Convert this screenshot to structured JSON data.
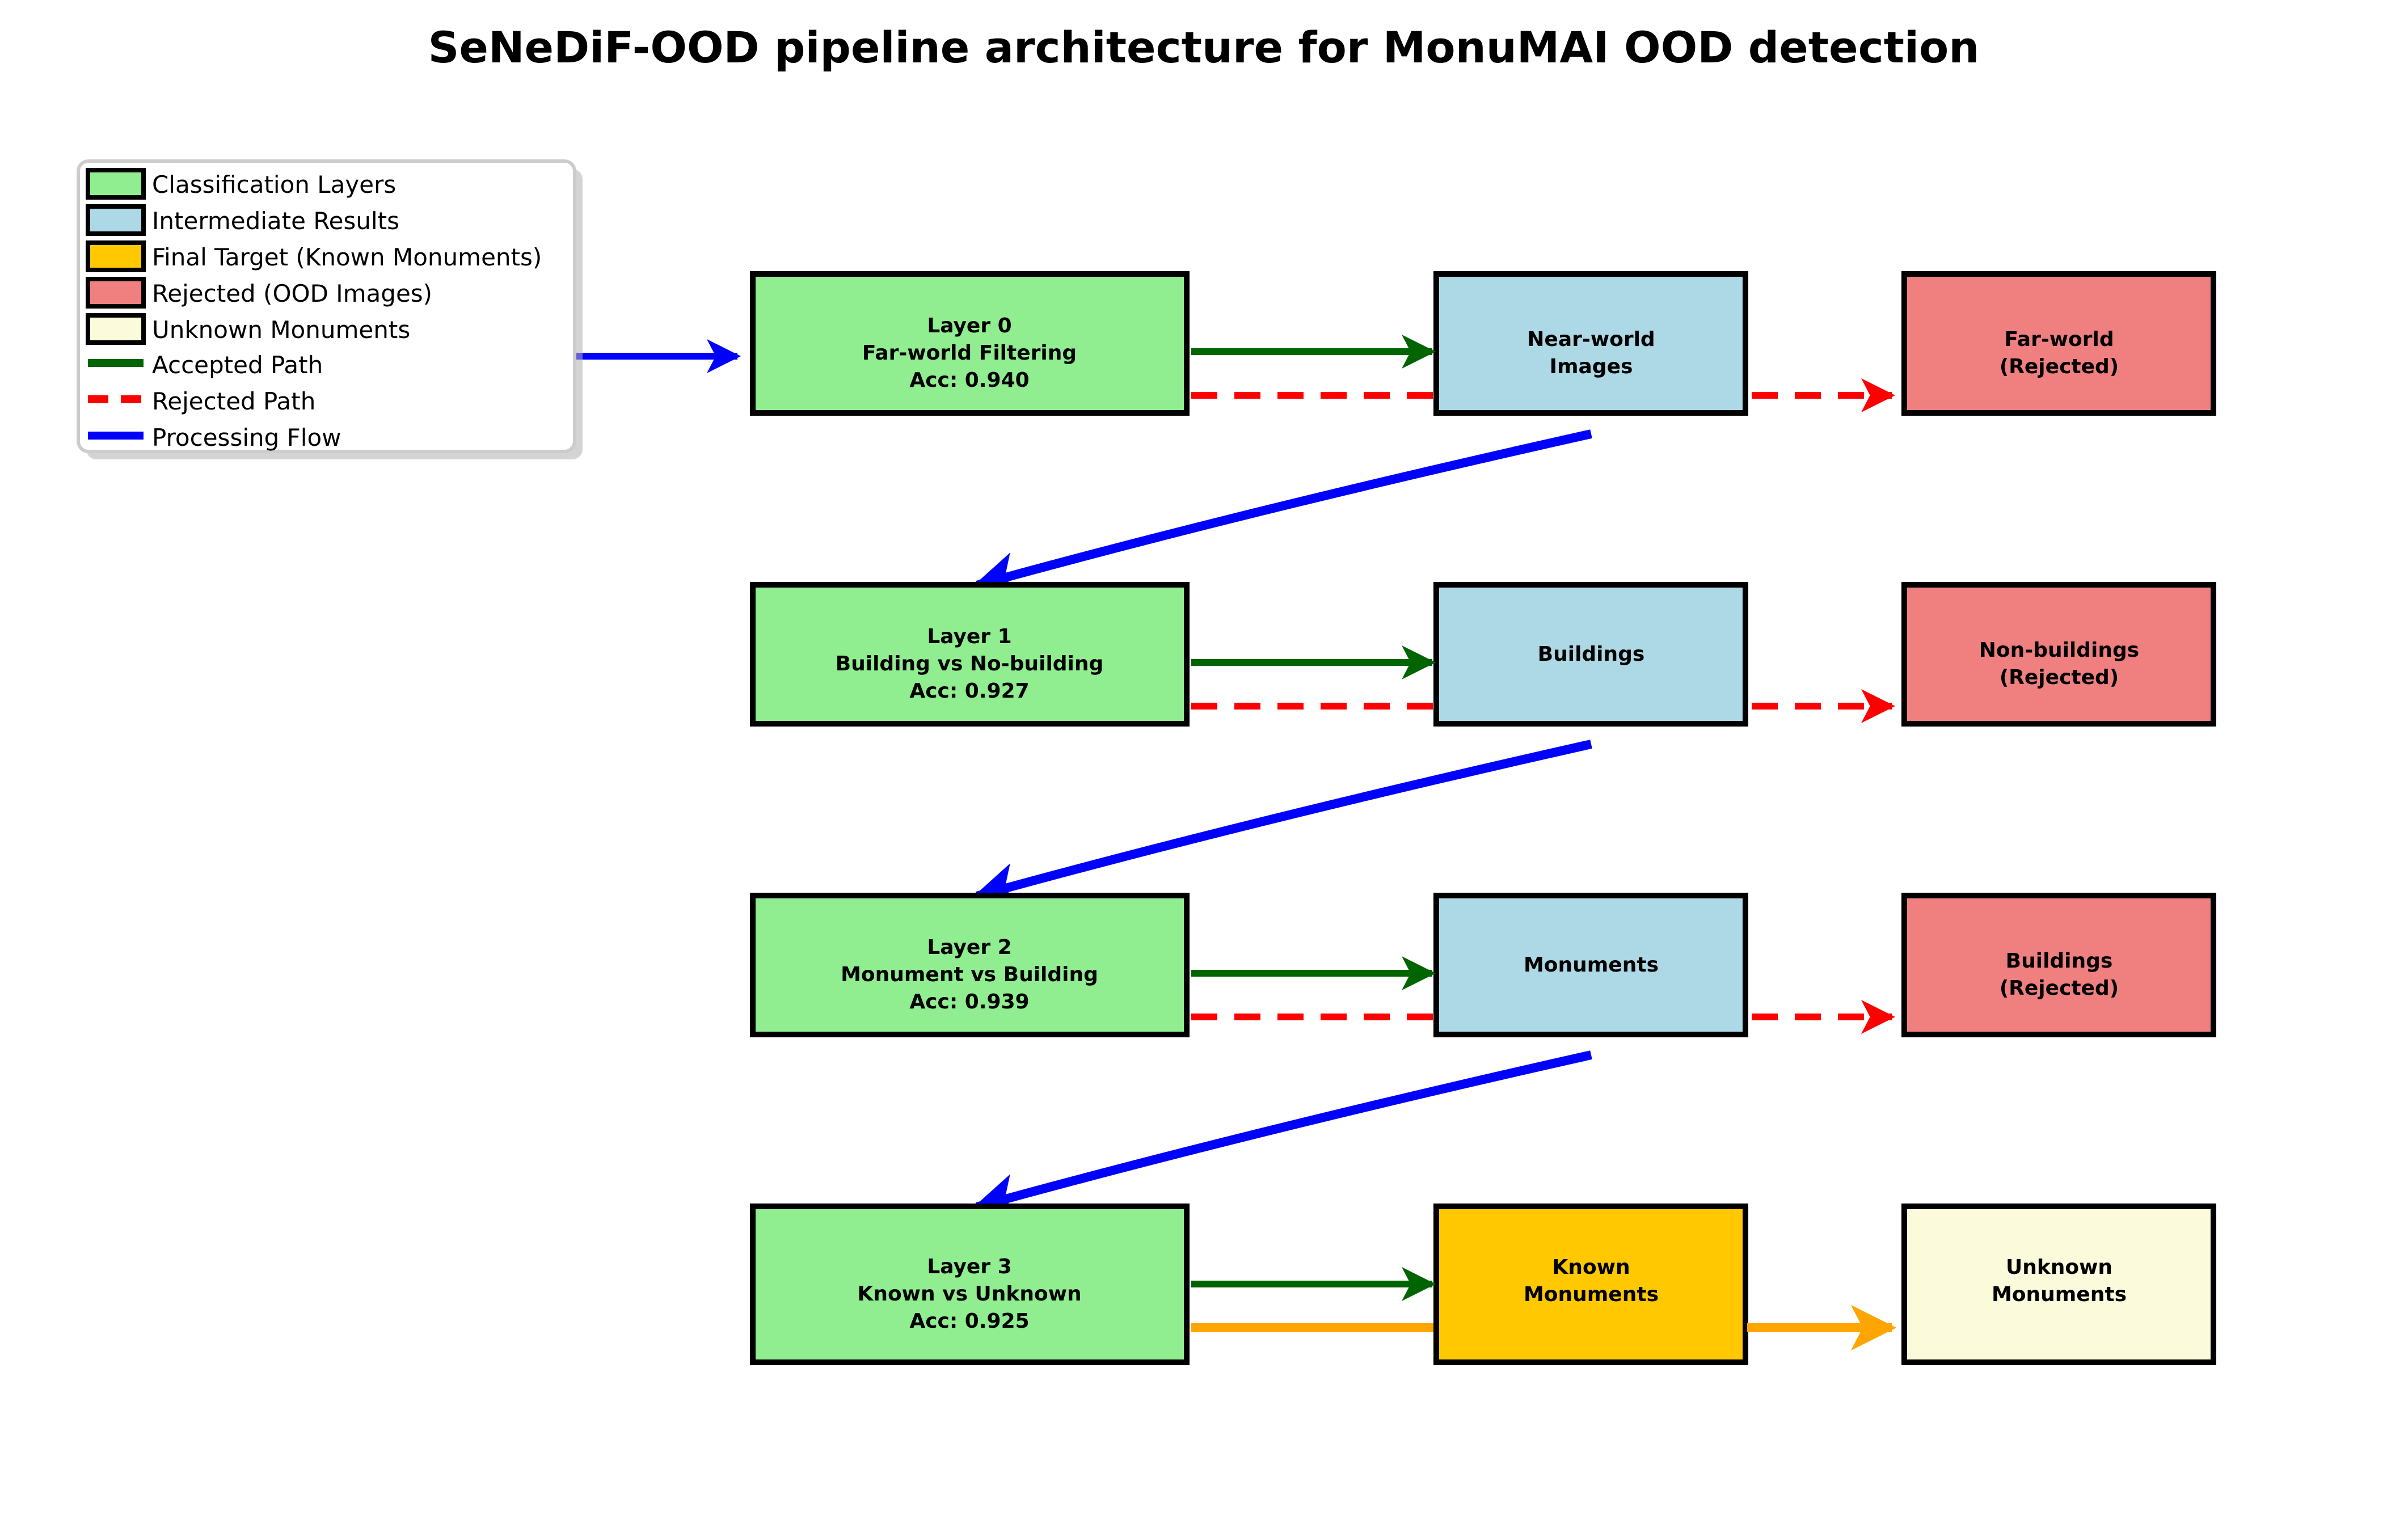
{
  "title": "SeNeDiF-OOD pipeline architecture for MonuMAI OOD detection",
  "colors": {
    "classification": "#90ee90",
    "intermediate": "#add8e6",
    "final_target": "#ffc800",
    "rejected": "#f08080",
    "unknown": "#fbfbdc",
    "accepted_path": "#006400",
    "rejected_path": "#ff0000",
    "processing_flow": "#0000ff",
    "unknown_path": "#ffa500",
    "border": "#000000",
    "background": "#ffffff"
  },
  "legend": {
    "items": [
      {
        "label": "Classification Layers",
        "kind": "swatch",
        "color": "#90ee90"
      },
      {
        "label": "Intermediate Results",
        "kind": "swatch",
        "color": "#add8e6"
      },
      {
        "label": "Final Target (Known Monuments)",
        "kind": "swatch",
        "color": "#ffc800"
      },
      {
        "label": "Rejected (OOD Images)",
        "kind": "swatch",
        "color": "#f08080"
      },
      {
        "label": "Unknown Monuments",
        "kind": "swatch",
        "color": "#fbfbdc"
      },
      {
        "label": "Accepted Path",
        "kind": "line-solid",
        "color": "#006400"
      },
      {
        "label": "Rejected Path",
        "kind": "line-dashed",
        "color": "#ff0000"
      },
      {
        "label": "Processing Flow",
        "kind": "line-solid",
        "color": "#0000ff"
      }
    ]
  },
  "chart_data": {
    "type": "diagram",
    "title": "SeNeDiF-OOD pipeline architecture for MonuMAI OOD detection",
    "layout": "4 rows x 3 columns, left-to-right cascading pipeline",
    "nodes": [
      {
        "id": "layer0",
        "row": 0,
        "col": 0,
        "category": "classification",
        "lines": [
          "Layer 0",
          "Far-world Filtering",
          "Acc: 0.940"
        ],
        "layer": "Layer 0",
        "task": "Far-world Filtering",
        "accuracy": 0.94
      },
      {
        "id": "nearworld",
        "row": 0,
        "col": 1,
        "category": "intermediate",
        "lines": [
          "Near-world",
          "Images"
        ]
      },
      {
        "id": "farworld_rej",
        "row": 0,
        "col": 2,
        "category": "rejected",
        "lines": [
          "Far-world",
          "(Rejected)"
        ]
      },
      {
        "id": "layer1",
        "row": 1,
        "col": 0,
        "category": "classification",
        "lines": [
          "Layer 1",
          "Building vs No-building",
          "Acc: 0.927"
        ],
        "layer": "Layer 1",
        "task": "Building vs No-building",
        "accuracy": 0.927
      },
      {
        "id": "buildings",
        "row": 1,
        "col": 1,
        "category": "intermediate",
        "lines": [
          "Buildings"
        ]
      },
      {
        "id": "nonbuildings_rej",
        "row": 1,
        "col": 2,
        "category": "rejected",
        "lines": [
          "Non-buildings",
          "(Rejected)"
        ]
      },
      {
        "id": "layer2",
        "row": 2,
        "col": 0,
        "category": "classification",
        "lines": [
          "Layer 2",
          "Monument vs Building",
          "Acc: 0.939"
        ],
        "layer": "Layer 2",
        "task": "Monument vs Building",
        "accuracy": 0.939
      },
      {
        "id": "monuments",
        "row": 2,
        "col": 1,
        "category": "intermediate",
        "lines": [
          "Monuments"
        ]
      },
      {
        "id": "buildings_rej",
        "row": 2,
        "col": 2,
        "category": "rejected",
        "lines": [
          "Buildings",
          "(Rejected)"
        ]
      },
      {
        "id": "layer3",
        "row": 3,
        "col": 0,
        "category": "classification",
        "lines": [
          "Layer 3",
          "Known vs Unknown",
          "Acc: 0.925"
        ],
        "layer": "Layer 3",
        "task": "Known vs Unknown",
        "accuracy": 0.925
      },
      {
        "id": "known_monuments",
        "row": 3,
        "col": 1,
        "category": "final_target",
        "lines": [
          "Known",
          "Monuments"
        ]
      },
      {
        "id": "unknown_monuments",
        "row": 3,
        "col": 2,
        "category": "unknown",
        "lines": [
          "Unknown",
          "Monuments"
        ]
      }
    ],
    "edges": [
      {
        "from": "input",
        "to": "layer0",
        "style": "processing-flow"
      },
      {
        "from": "layer0",
        "to": "nearworld",
        "style": "accepted"
      },
      {
        "from": "layer0",
        "to": "farworld_rej",
        "style": "rejected"
      },
      {
        "from": "nearworld",
        "to": "layer1",
        "style": "processing-flow"
      },
      {
        "from": "layer1",
        "to": "buildings",
        "style": "accepted"
      },
      {
        "from": "layer1",
        "to": "nonbuildings_rej",
        "style": "rejected"
      },
      {
        "from": "buildings",
        "to": "layer2",
        "style": "processing-flow"
      },
      {
        "from": "layer2",
        "to": "monuments",
        "style": "accepted"
      },
      {
        "from": "layer2",
        "to": "buildings_rej",
        "style": "rejected"
      },
      {
        "from": "monuments",
        "to": "layer3",
        "style": "processing-flow"
      },
      {
        "from": "layer3",
        "to": "known_monuments",
        "style": "accepted"
      },
      {
        "from": "layer3",
        "to": "unknown_monuments",
        "style": "unknown-path"
      }
    ],
    "accuracies": [
      0.94,
      0.927,
      0.939,
      0.925
    ],
    "layer_names": [
      "Layer 0",
      "Layer 1",
      "Layer 2",
      "Layer 3"
    ],
    "layer_tasks": [
      "Far-world Filtering",
      "Building vs No-building",
      "Monument vs Building",
      "Known vs Unknown"
    ]
  }
}
